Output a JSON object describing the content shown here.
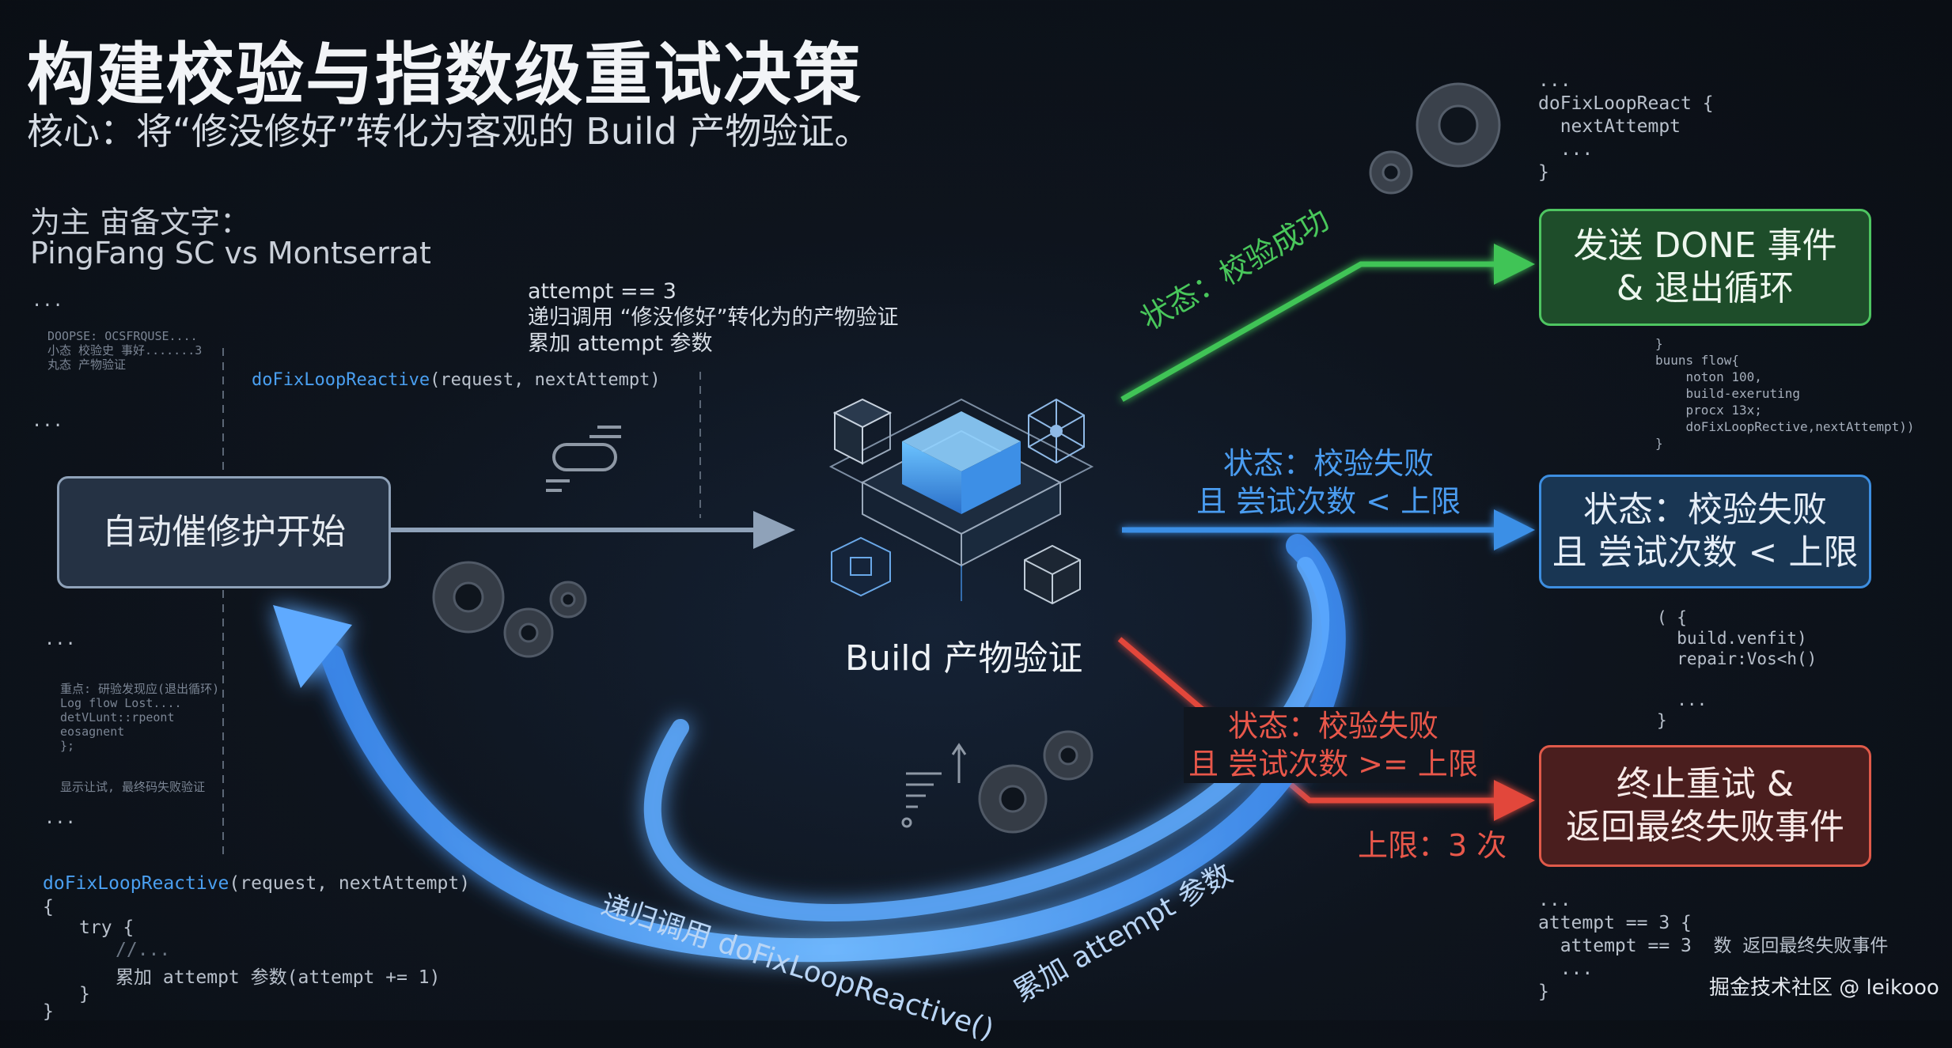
{
  "header": {
    "title": "构建校验与指数级重试决策",
    "subtitle": "核心：将“修没修好”转化为客观的 Build 产物验证。"
  },
  "font_note": {
    "line1": "为主 宙备文字：",
    "line2": "PingFang SC vs Montserrat"
  },
  "left_code": {
    "ellipsis_top": "...",
    "blurred_top": "DOOPSE: OCSFRQUSE....\n小态 校验史 事好.......3\n丸态 产物验证",
    "ellipsis_mid": "...",
    "call_fn": "doFixLoopReactive",
    "call_args": "(request, nextAttempt)",
    "ellipsis_low": "...",
    "blurred_low": "重点: 研验发现应(退出循环)\nLog flow Lost....\ndetVLunt::rpeont\neosagnent\n};",
    "blurred_low2": "显示让试, 最终码失败验证",
    "ellipsis_low2": "..."
  },
  "bottom_code": {
    "fn": "doFixLoopReactive",
    "args": "(request, nextAttempt)",
    "brace_open": "{",
    "try": "try {",
    "comment": "//...",
    "accumulate": "累加 attempt 参数(attempt += 1)",
    "close_inner": "}",
    "close_outer": "}"
  },
  "attempt_note": {
    "line1": "attempt == 3",
    "line2": "递归调用 “修没修好”转化为的产物验证",
    "line3": "累加 attempt 参数"
  },
  "nodes": {
    "start": "自动催修护开始",
    "build": "Build 产物验证",
    "done": "发送 DONE 事件\n& 退出循环",
    "retry": "状态：校验失败\n且 尝试次数 < 上限",
    "fail": "终止重试 &\n返回最终失败事件"
  },
  "edges": {
    "success": "状态：校验成功",
    "retry": "状态：校验失败\n且 尝试次数 < 上限",
    "fail": "状态：校验失败\n且 尝试次数 >= 上限",
    "limit": "上限：3 次",
    "loop_recursive": "递归调用 doFixLoopReactive()",
    "loop_accumulate": "累加 attempt 参数"
  },
  "right_code": {
    "top": "...\ndoFixLoopReact {\n  nextAttempt\n  ...\n}",
    "mid": "}\nbuuns flow{\n    noton 100,\n    build-exeruting\n    procx 13x;\n    doFixLoopRective,nextAttempt))\n}",
    "retry_code": "( {\n  build.venfit)\n  repair:Vos<h()\n\n  ...\n}",
    "bottom": "...\nattempt == 3 {\n  attempt == 3  数 返回最终失败事件\n  ...\n}"
  },
  "watermark": "掘金技术社区 @ leikooo",
  "colors": {
    "success": "#41c456",
    "retry": "#3b8fe6",
    "fail": "#e2473b",
    "loop": "#4aa0ff",
    "neutral": "#8fa2b9"
  },
  "icons": [
    "gear-icon",
    "link-icon",
    "cube-icon",
    "network-icon",
    "chart-icon"
  ]
}
